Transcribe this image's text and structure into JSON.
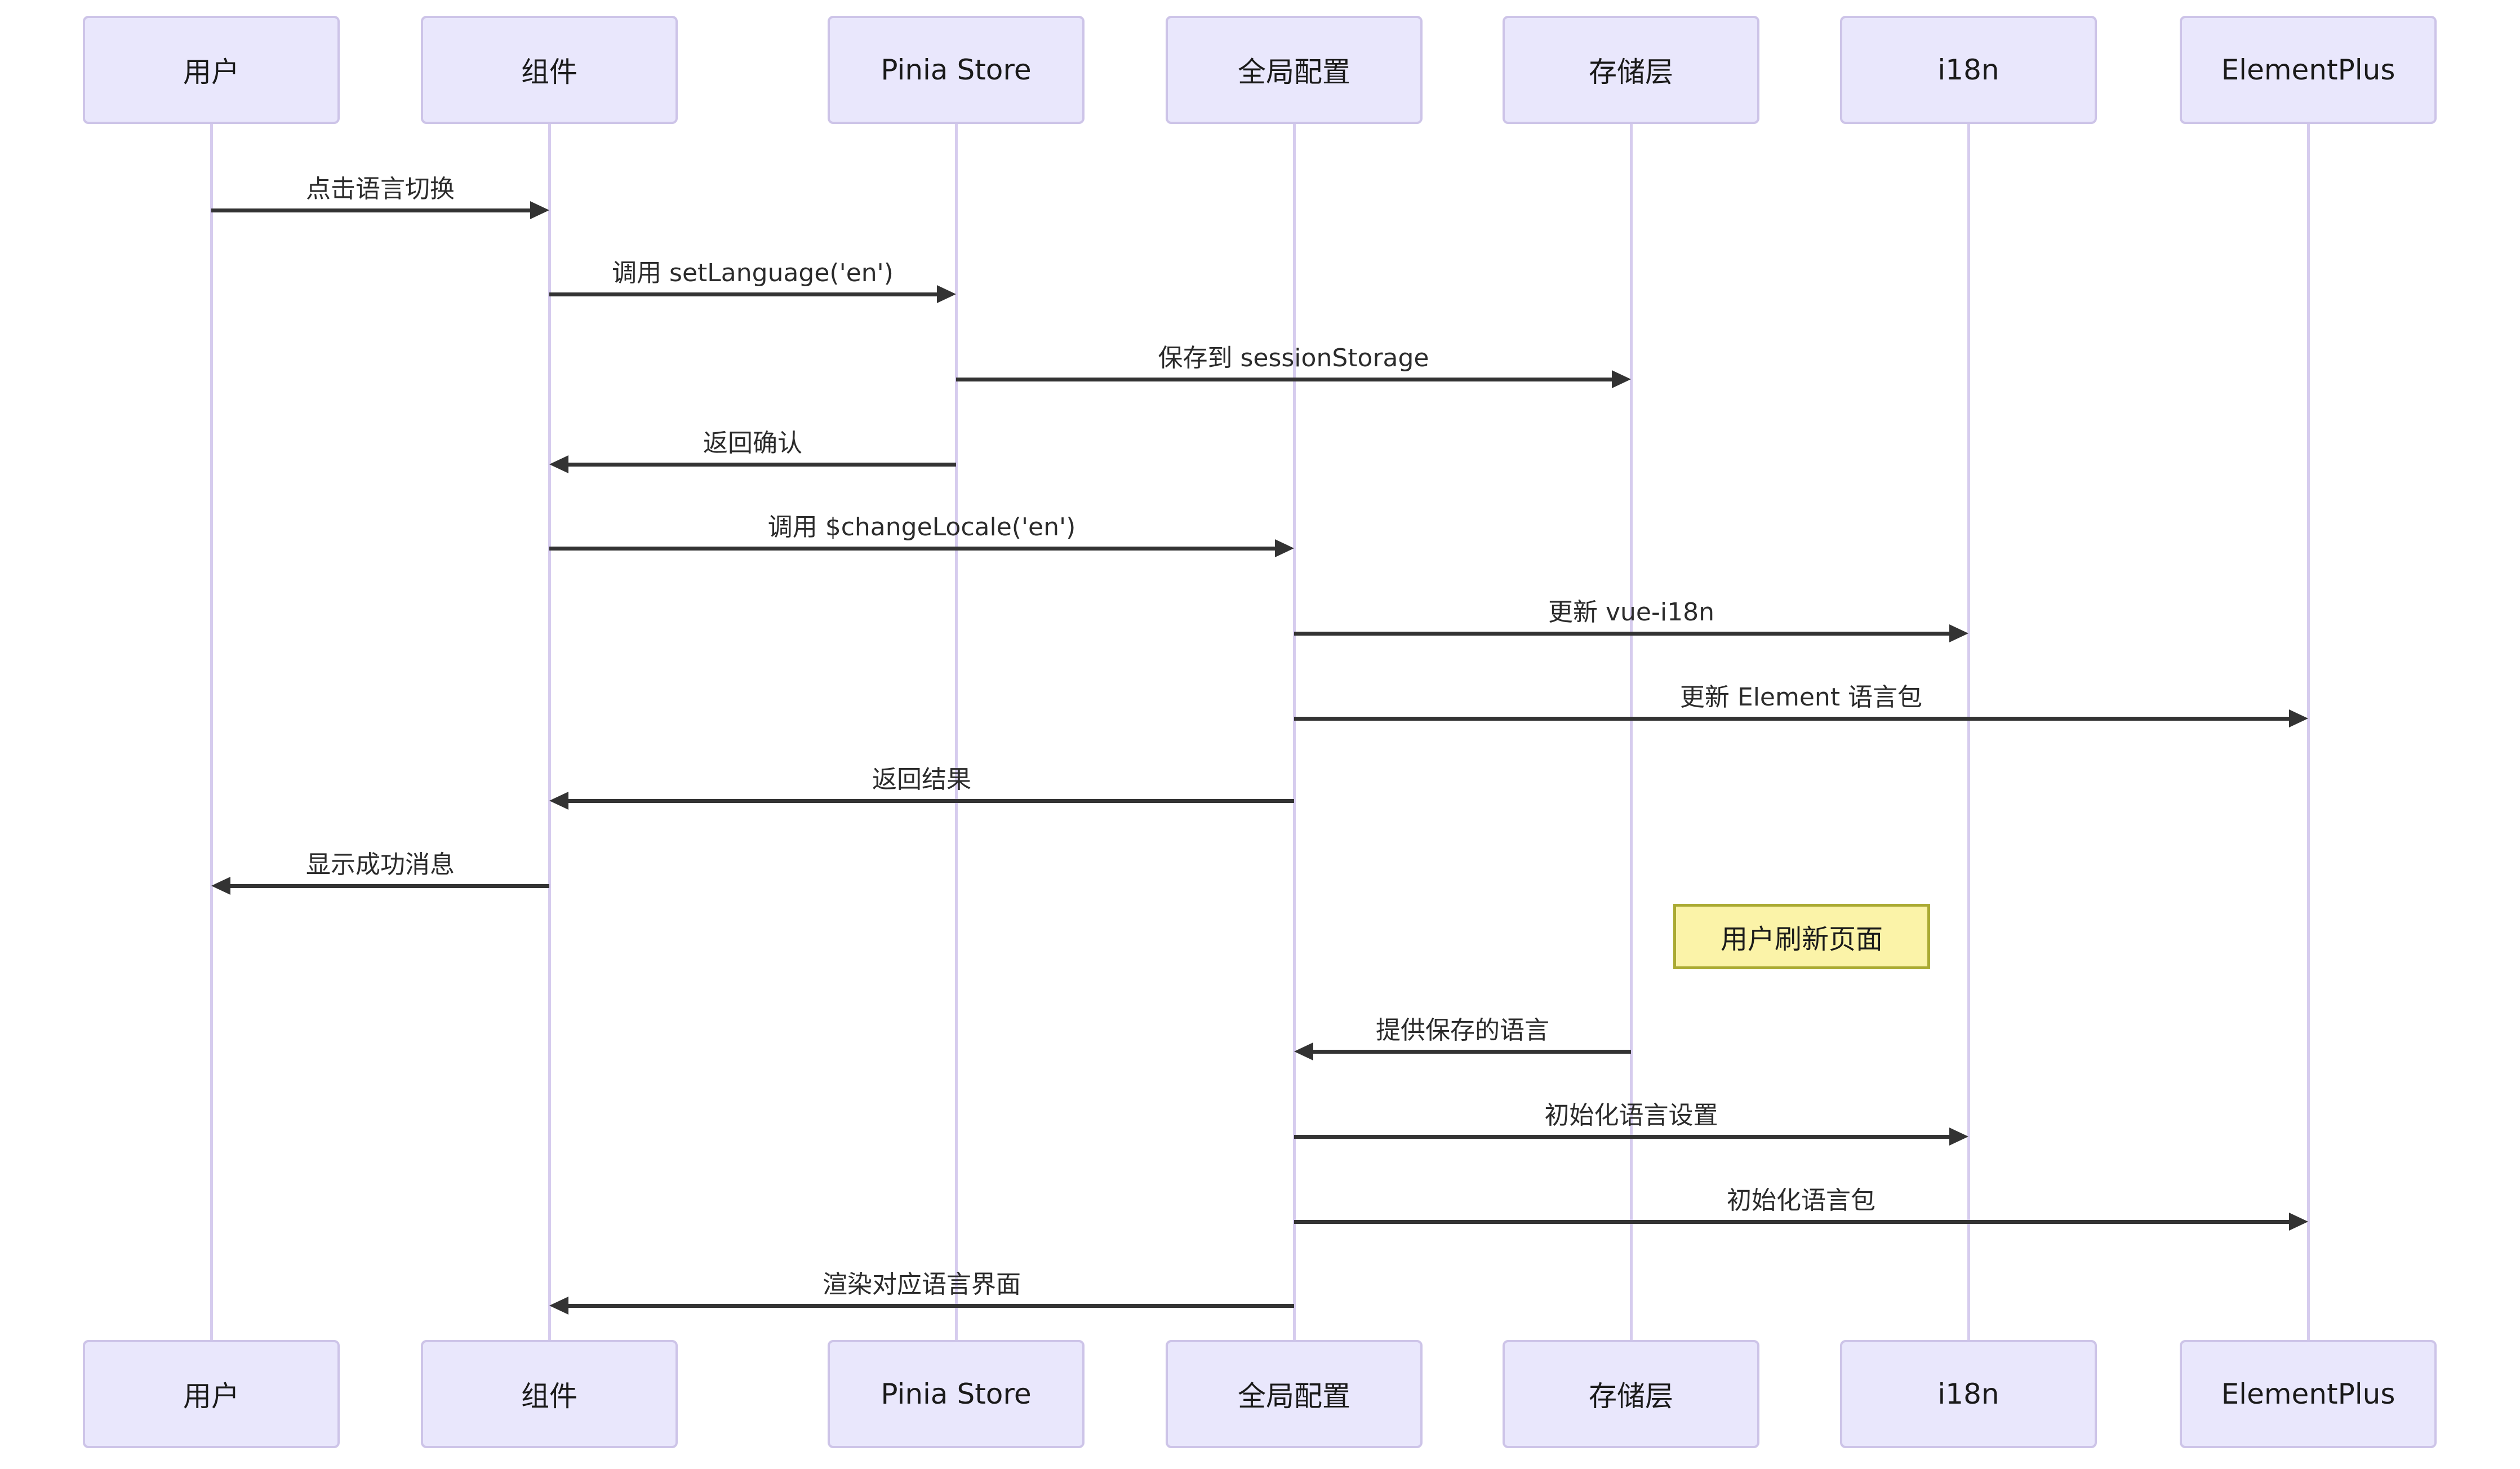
{
  "diagram": {
    "type": "sequence-diagram",
    "background_color": "#FFFFFF",
    "colors": {
      "actor_fill": "#E9E7FC",
      "actor_border": "#CDC4E8",
      "lifeline": "#D6CCEE",
      "message_line": "#333333",
      "message_text": "#2B2B2B",
      "note_fill": "#FBF3A8",
      "note_border": "#AAAA33"
    },
    "actors": [
      {
        "id": "user",
        "label": "用户"
      },
      {
        "id": "component",
        "label": "组件"
      },
      {
        "id": "pinia-store",
        "label": "Pinia Store"
      },
      {
        "id": "global-config",
        "label": "全局配置"
      },
      {
        "id": "storage-layer",
        "label": "存储层"
      },
      {
        "id": "i18n",
        "label": "i18n"
      },
      {
        "id": "element-plus",
        "label": "ElementPlus"
      }
    ],
    "messages": [
      {
        "from": "用户",
        "to": "组件",
        "direction": "right",
        "text": "点击语言切换"
      },
      {
        "from": "组件",
        "to": "Pinia Store",
        "direction": "right",
        "text": "调用 setLanguage('en')"
      },
      {
        "from": "Pinia Store",
        "to": "存储层",
        "direction": "right",
        "text": "保存到 sessionStorage"
      },
      {
        "from": "Pinia Store",
        "to": "组件",
        "direction": "left",
        "text": "返回确认"
      },
      {
        "from": "组件",
        "to": "全局配置",
        "direction": "right",
        "text": "调用 $changeLocale('en')"
      },
      {
        "from": "全局配置",
        "to": "i18n",
        "direction": "right",
        "text": "更新 vue-i18n"
      },
      {
        "from": "全局配置",
        "to": "ElementPlus",
        "direction": "right",
        "text": "更新 Element 语言包"
      },
      {
        "from": "全局配置",
        "to": "组件",
        "direction": "left",
        "text": "返回结果"
      },
      {
        "from": "组件",
        "to": "用户",
        "direction": "left",
        "text": "显示成功消息"
      },
      {
        "from": "存储层",
        "to": "全局配置",
        "direction": "left",
        "text": "提供保存的语言"
      },
      {
        "from": "全局配置",
        "to": "i18n",
        "direction": "right",
        "text": "初始化语言设置"
      },
      {
        "from": "全局配置",
        "to": "ElementPlus",
        "direction": "right",
        "text": "初始化语言包"
      },
      {
        "from": "全局配置",
        "to": "组件",
        "direction": "left",
        "text": "渲染对应语言界面"
      }
    ],
    "note": {
      "text": "用户刷新页面",
      "over": [
        "存储层",
        "i18n"
      ]
    }
  }
}
